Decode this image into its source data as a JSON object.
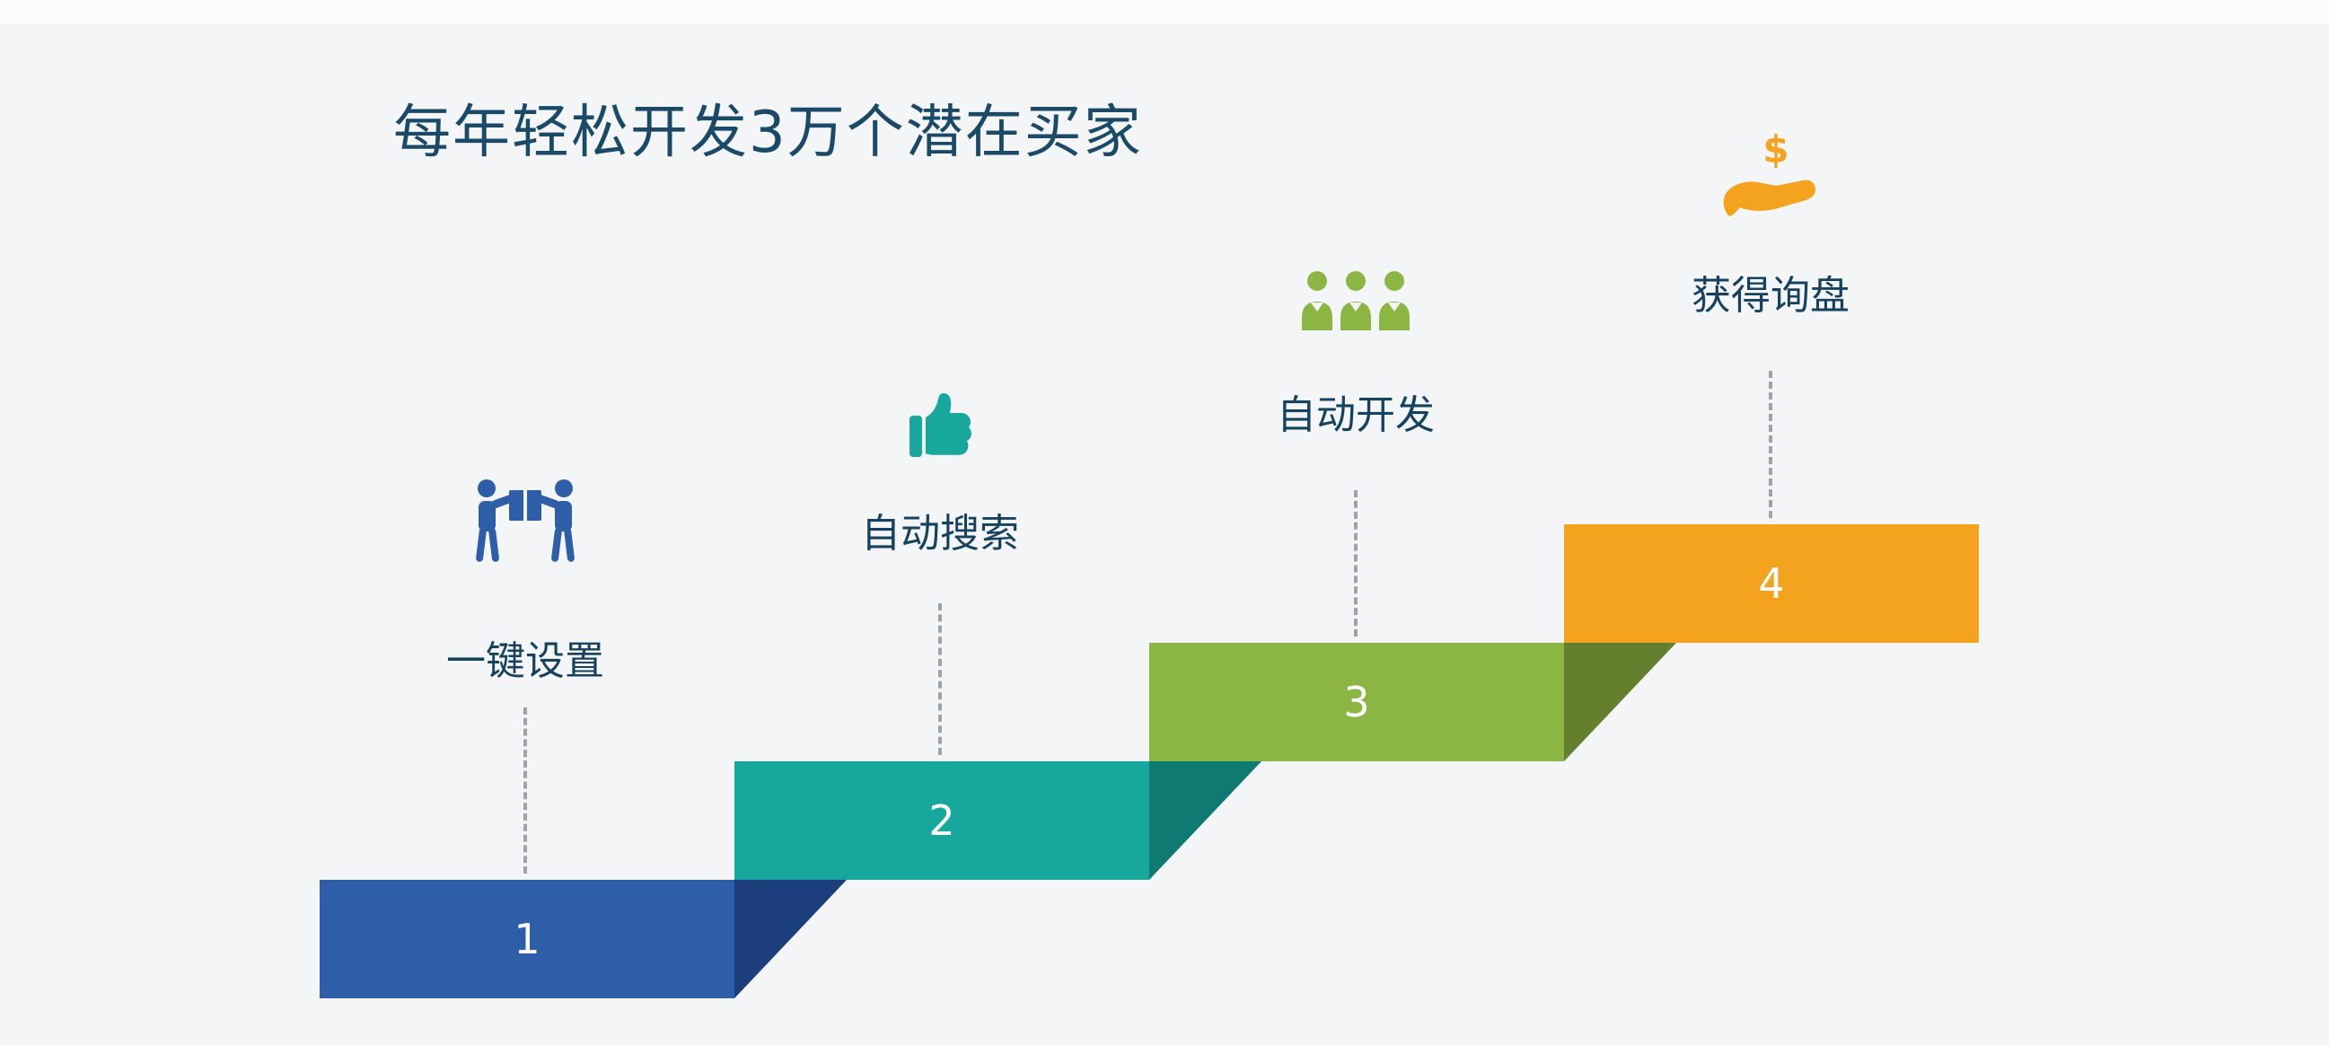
{
  "title": "每年轻松开发3万个潜在买家",
  "icons": {
    "currency_symbol": "$"
  },
  "steps": [
    {
      "number": "1",
      "label": "一键设置",
      "icon": "carry-box-icon",
      "color": "#2e5ea8",
      "fold_color": "#1d3e7c"
    },
    {
      "number": "2",
      "label": "自动搜索",
      "icon": "thumbs-up-icon",
      "color": "#18a79c",
      "fold_color": "#0f7a72"
    },
    {
      "number": "3",
      "label": "自动开发",
      "icon": "team-icon",
      "color": "#8cb644",
      "fold_color": "#647f2d"
    },
    {
      "number": "4",
      "label": "获得询盘",
      "icon": "hand-dollar-icon",
      "color": "#f3a31d",
      "fold_color": null
    }
  ],
  "theme": {
    "background": "#f4f5f6",
    "top_strip": "#fbfcfd",
    "title_color": "#1a4a68",
    "label_color": "#16425f",
    "number_color": "#ffffff",
    "dash_color": "#9fa3a7"
  }
}
